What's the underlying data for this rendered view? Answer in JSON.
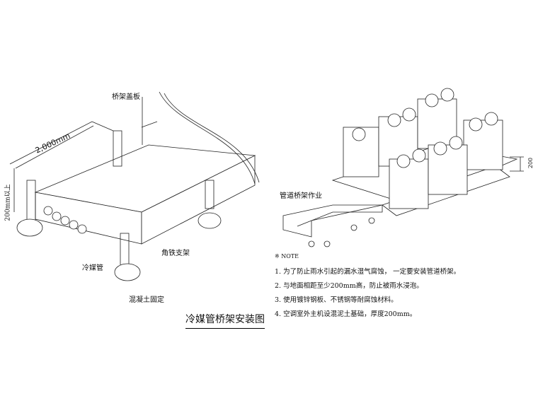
{
  "left_drawing": {
    "cover_label": "桥架盖板",
    "length_dim": "2,000mm",
    "height_dim": "200mm以上",
    "bracket_label": "角铁支架",
    "pipe_label": "冷媒管",
    "concrete_label": "混凝土固定",
    "title": "冷媒管桥架安装图"
  },
  "right_drawing": {
    "tray_label": "管道桥架作业",
    "base_dim": "200"
  },
  "notes": {
    "heading": "※ NOTE",
    "items": [
      "1.  为了防止雨水引起的漏水湿气腐蚀，  一定要安装管道桥架。",
      "2.  与地面相距至少200mm高，防止被雨水浸泡。",
      "3.  使用镀锌钢板、不锈钢等耐腐蚀材料。",
      "4.  空调室外主机设混泥土基础，厚度200mm。"
    ]
  }
}
